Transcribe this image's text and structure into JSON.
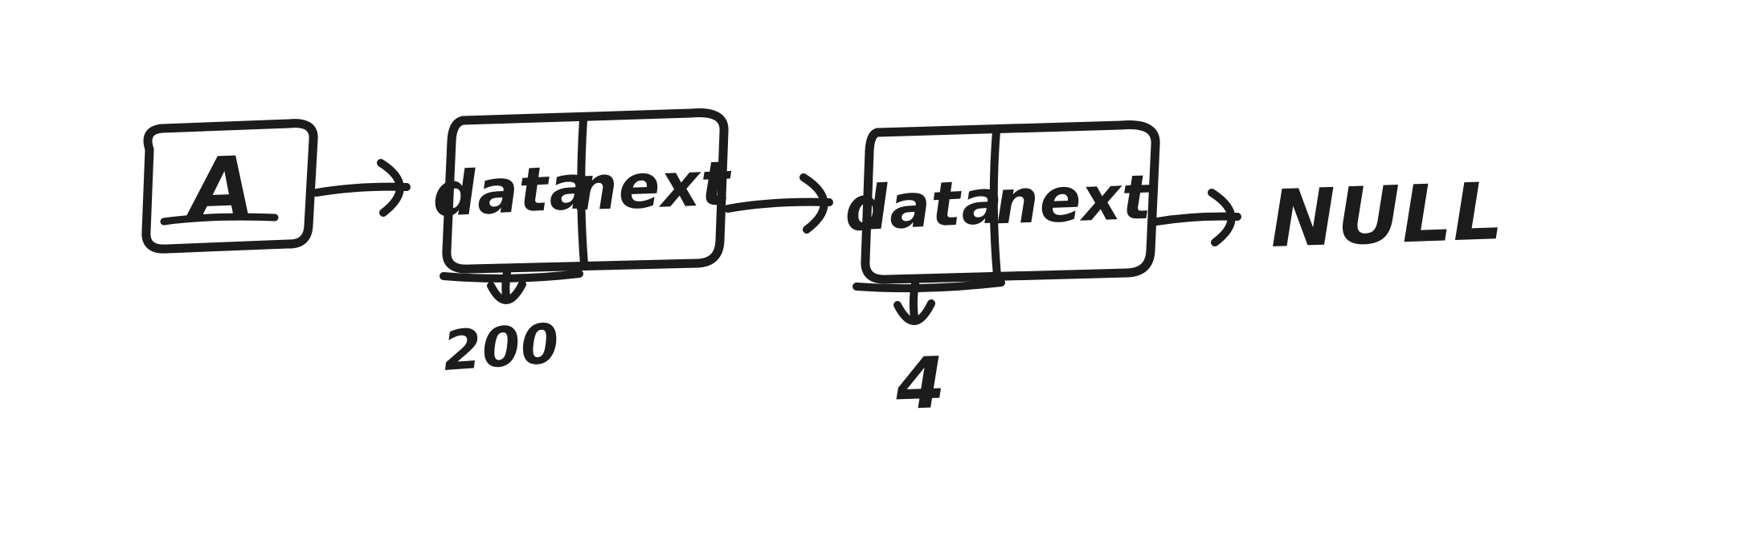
{
  "canvas": {
    "background": "#ffffff",
    "ink": "#1c1c1c"
  },
  "diagram": {
    "type": "linked-list-sketch",
    "head": {
      "label": "A"
    },
    "nodes": [
      {
        "fields": {
          "data": "data",
          "next": "next"
        },
        "pointed_value": "200"
      },
      {
        "fields": {
          "data": "data",
          "next": "next"
        },
        "pointed_value": "4"
      }
    ],
    "terminator_label": "NULL"
  }
}
